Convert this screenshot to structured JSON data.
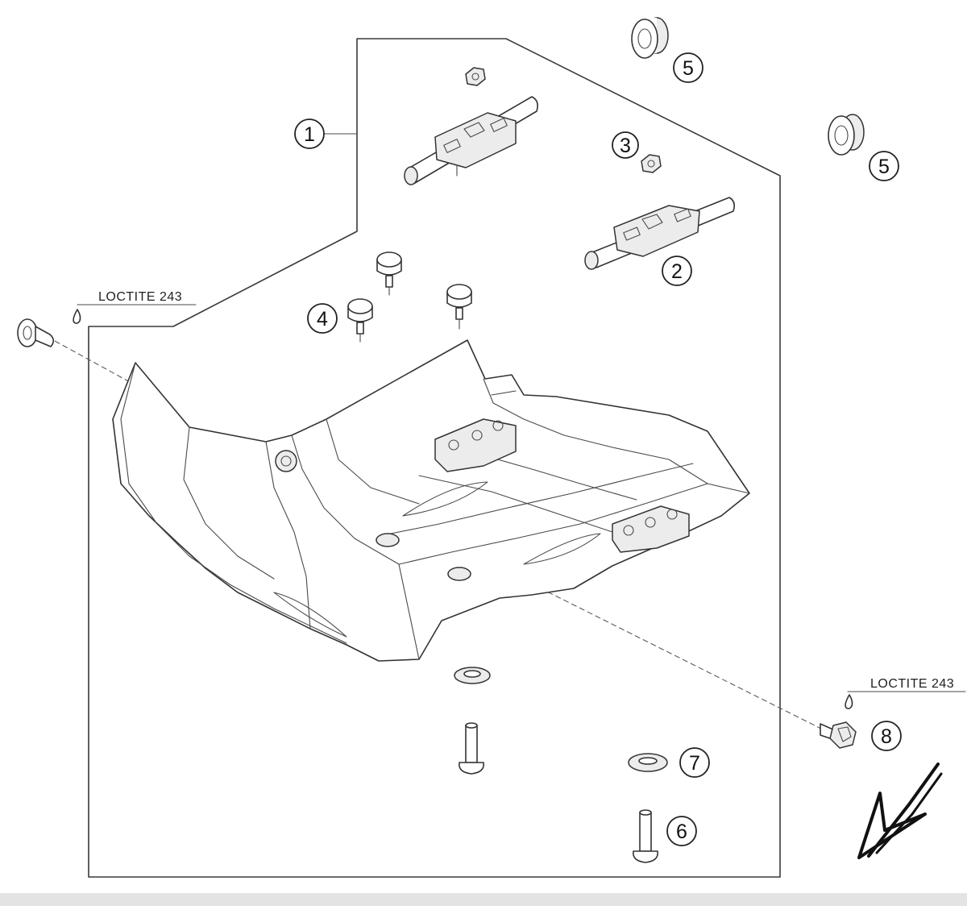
{
  "diagram": {
    "notes": [
      {
        "id": "note-left",
        "text": "LOCTITE 243"
      },
      {
        "id": "note-right",
        "text": "LOCTITE 243"
      }
    ],
    "callouts": [
      {
        "id": "callout-1",
        "label": "1"
      },
      {
        "id": "callout-2",
        "label": "2"
      },
      {
        "id": "callout-3",
        "label": "3"
      },
      {
        "id": "callout-4",
        "label": "4"
      },
      {
        "id": "callout-5a",
        "label": "5"
      },
      {
        "id": "callout-5b",
        "label": "5"
      },
      {
        "id": "callout-6",
        "label": "6"
      },
      {
        "id": "callout-7",
        "label": "7"
      },
      {
        "id": "callout-8",
        "label": "8"
      }
    ]
  }
}
